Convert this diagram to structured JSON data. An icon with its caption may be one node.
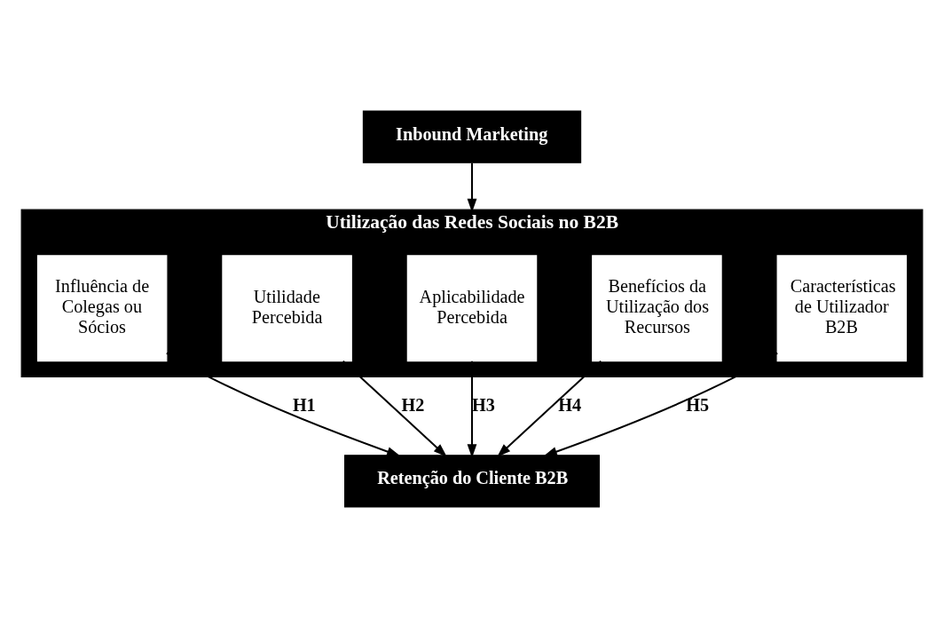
{
  "diagram": {
    "nodes": [
      {
        "text": [
          "Inbound Marketing"
        ]
      },
      {
        "text": [
          "Utilização das Redes Sociais no B2B"
        ]
      },
      {
        "text": [
          "Influência de Colegas ou Sócios"
        ],
        "in": 1
      },
      {
        "text": [
          "Utilidade Percebida"
        ],
        "in": 1
      },
      {
        "text": [
          "Aplicabilidade Percebida"
        ],
        "in": 1
      },
      {
        "text": [
          "Benefícios da Utilização dos Recursos"
        ],
        "in": 1
      },
      {
        "text": [
          "Características de Utilizador B2B"
        ],
        "in": 1
      },
      {
        "text": [
          "Retenção do Cliente B2B"
        ]
      }
    ],
    "edges": [
      {
        "from": 0,
        "to": 1,
        "arrow": "to"
      },
      {
        "from": 2,
        "to": 7,
        "arrow": "to",
        "label": "H1"
      },
      {
        "from": 3,
        "to": 7,
        "arrow": "to",
        "label": "H2"
      },
      {
        "from": 4,
        "to": 7,
        "arrow": "to",
        "label": "H3"
      },
      {
        "from": 5,
        "to": 7,
        "arrow": "to",
        "label": "H4"
      },
      {
        "from": 6,
        "to": 7,
        "arrow": "to",
        "label": "H5"
      }
    ]
  }
}
